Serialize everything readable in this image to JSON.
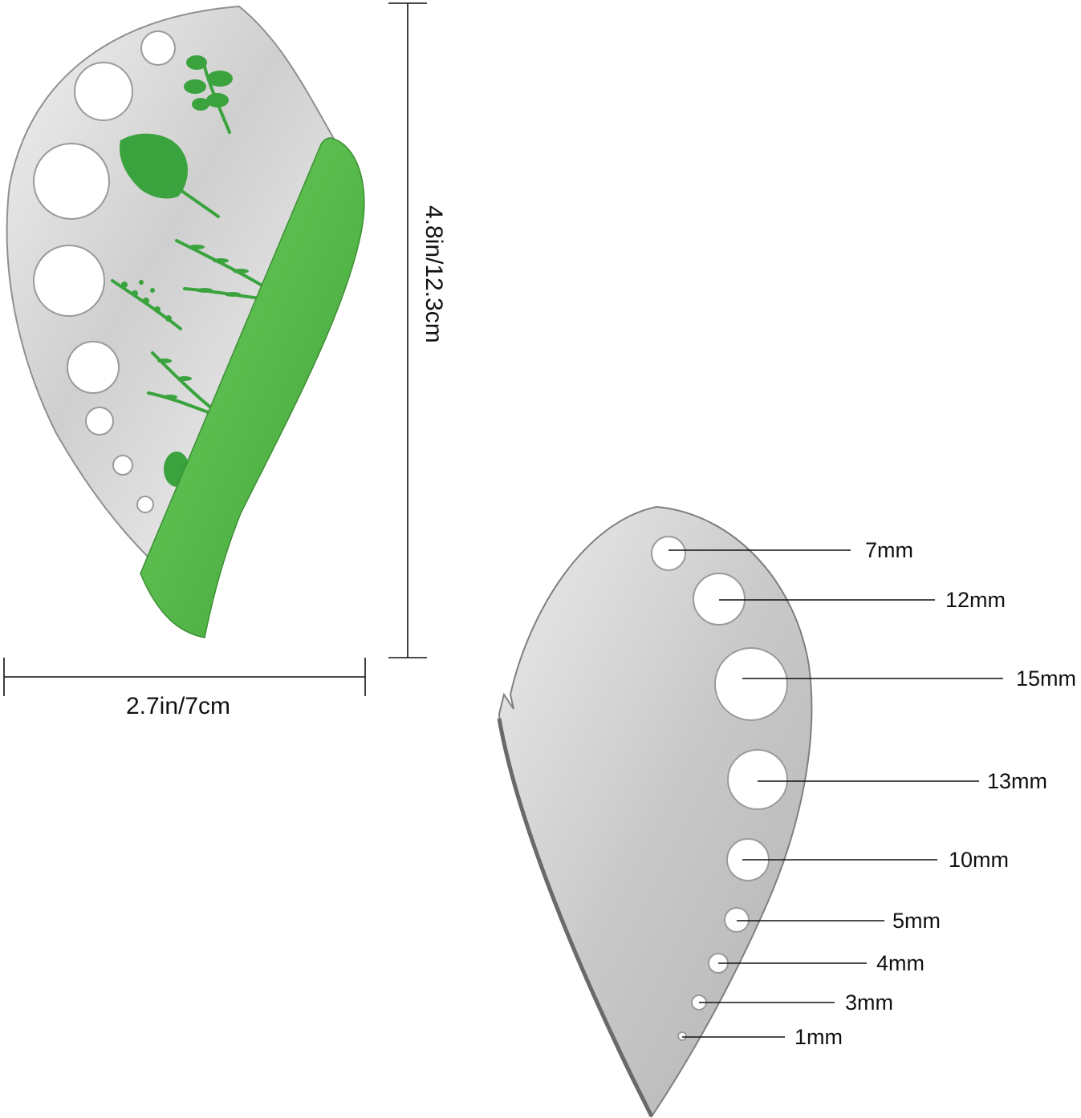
{
  "dimensions": {
    "width_label": "2.7in/7cm",
    "height_label": "4.8in/12.3cm"
  },
  "hole_sizes": [
    "7mm",
    "12mm",
    "15mm",
    "13mm",
    "10mm",
    "5mm",
    "4mm",
    "3mm",
    "1mm"
  ],
  "colors": {
    "steel_light": "#e6e6e6",
    "steel_dark": "#9c9c9c",
    "guard_green": "#56b84a",
    "herb_green": "#3aa33e",
    "line": "#111111"
  }
}
